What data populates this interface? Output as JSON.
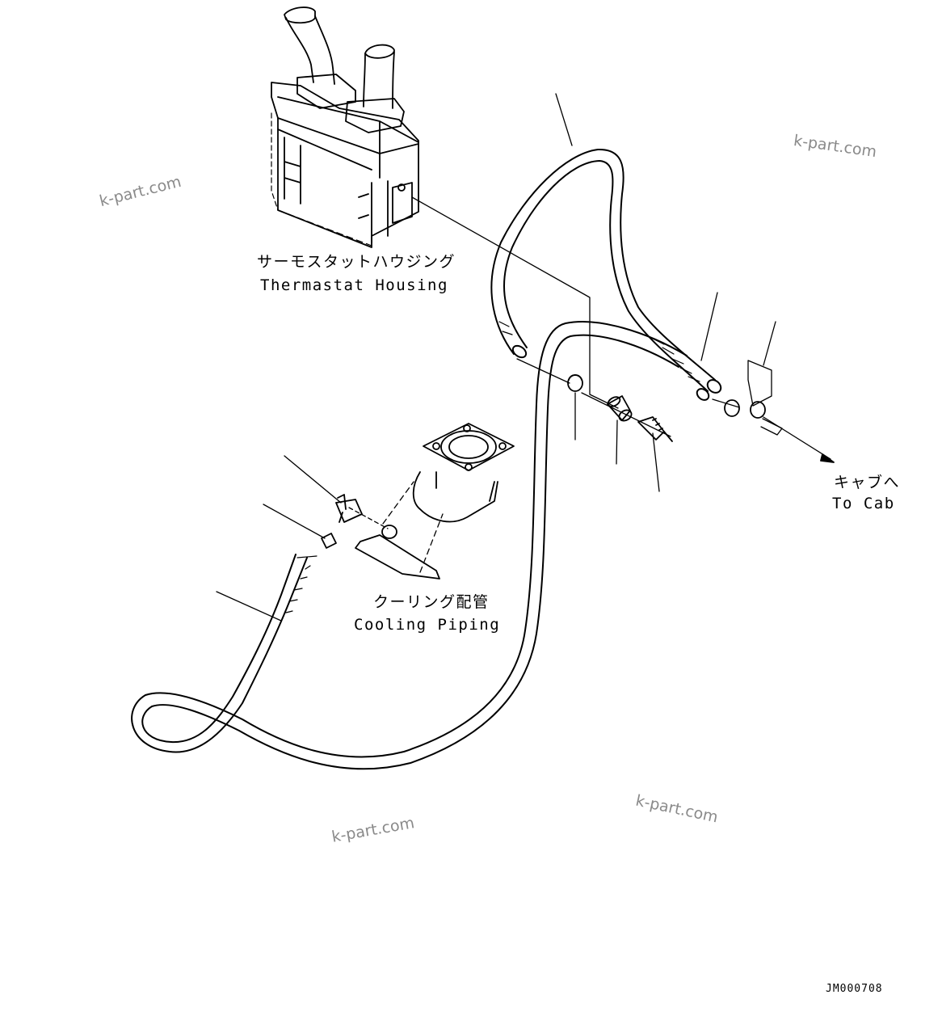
{
  "labels": {
    "thermostat_jp": "サーモスタットハウジング",
    "thermostat_en": "Thermastat Housing",
    "cooling_jp": "クーリング配管",
    "cooling_en": "Cooling Piping",
    "cab_jp": "キャブへ",
    "cab_en": "To Cab"
  },
  "watermark": "k-part.com",
  "drawing_code": "JM000708",
  "colors": {
    "line": "#000000",
    "watermark": "#8a8a8a",
    "background": "#ffffff"
  }
}
